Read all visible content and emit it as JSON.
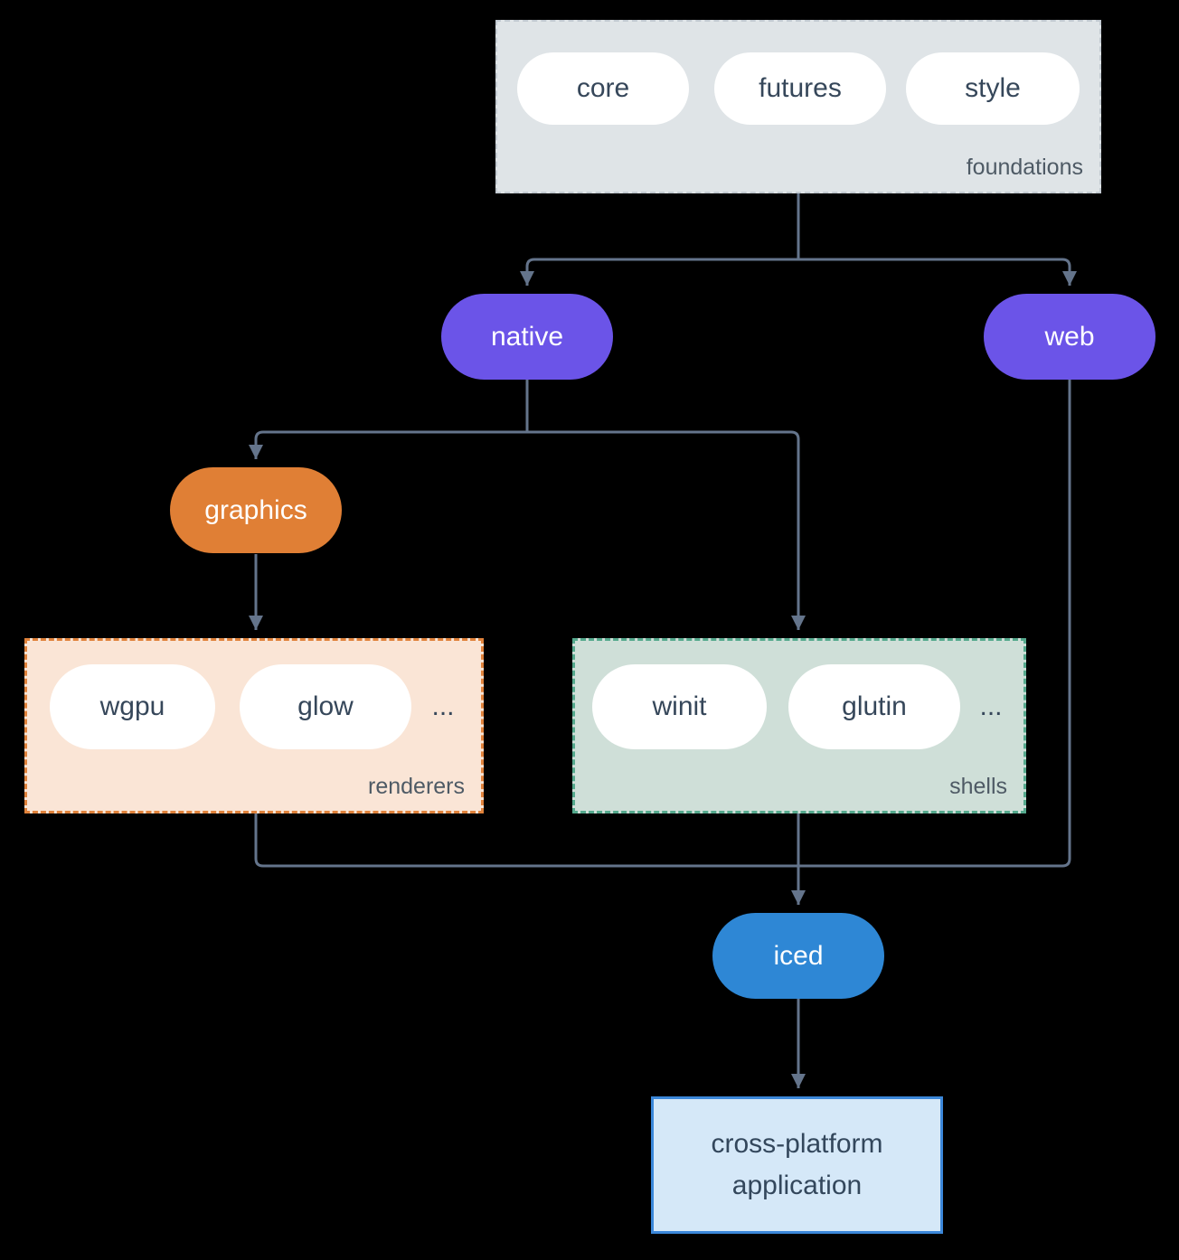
{
  "diagram": {
    "colors": {
      "background": "#000000",
      "arrow": "#64748b",
      "purple_node": "#6b54e8",
      "orange_node": "#e07f35",
      "blue_node": "#2e87d5",
      "foundations_bg": "#dfe4e7",
      "renderers_bg": "#fae5d6",
      "renderers_border": "#e0823b",
      "shells_bg": "#cfdfd8",
      "shells_border": "#55a98d",
      "app_bg": "#d5e8f8",
      "app_border": "#3b87d9"
    },
    "foundations": {
      "label": "foundations",
      "items": [
        "core",
        "futures",
        "style"
      ]
    },
    "nodes": {
      "native": "native",
      "web": "web",
      "graphics": "graphics",
      "iced": "iced"
    },
    "renderers": {
      "label": "renderers",
      "items": [
        "wgpu",
        "glow"
      ],
      "ellipsis": "..."
    },
    "shells": {
      "label": "shells",
      "items": [
        "winit",
        "glutin"
      ],
      "ellipsis": "..."
    },
    "app": {
      "label": "cross-platform application"
    }
  }
}
